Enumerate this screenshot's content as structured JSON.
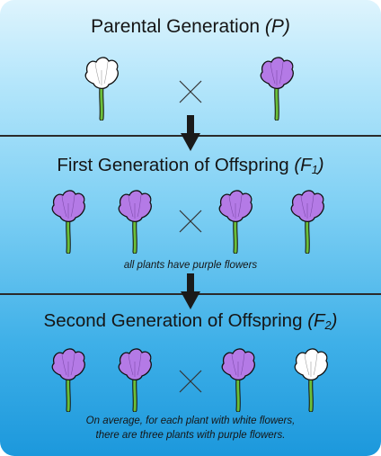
{
  "row1": {
    "title": "Parental Generation",
    "gen": "(P)"
  },
  "row2": {
    "title": "First Generation of Offspring",
    "gen_pre": "(F",
    "gen_sub": "1",
    "gen_post": ")",
    "caption": "all plants have purple flowers"
  },
  "row3": {
    "title": "Second Generation of Offspring",
    "gen_pre": "(F",
    "gen_sub": "2",
    "gen_post": ")",
    "caption_line1": "On average, for each plant with white flowers,",
    "caption_line2": "there are three plants with purple flowers."
  },
  "colors": {
    "purple": "#b47ae6",
    "white": "#ffffff",
    "stem": "#6bbf3a",
    "outline": "#111111"
  }
}
